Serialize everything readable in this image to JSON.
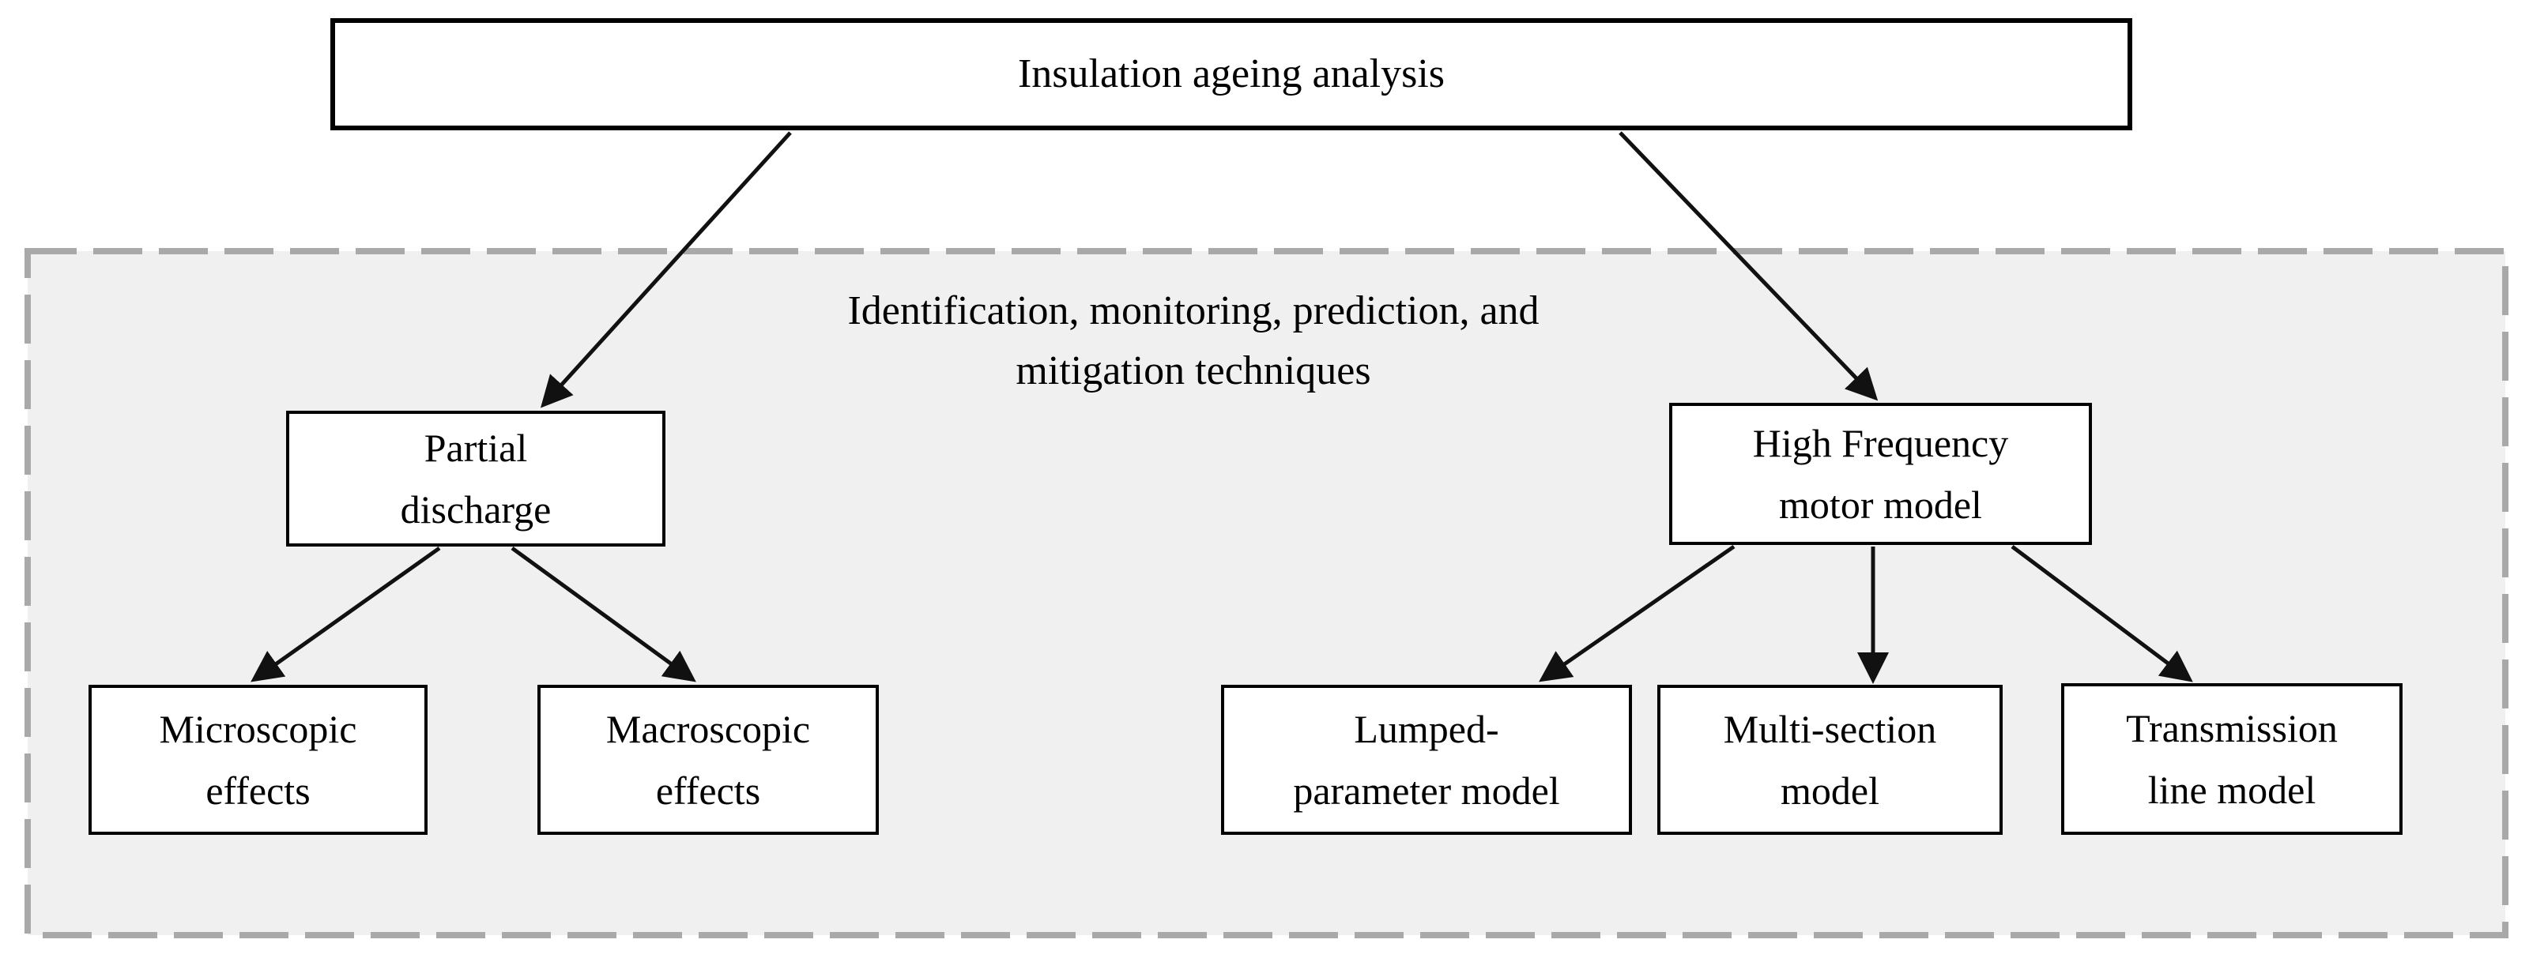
{
  "title": {
    "label": "Insulation ageing analysis"
  },
  "group": {
    "label": "Identification, monitoring, prediction, and\nmitigation techniques"
  },
  "nodes": {
    "partial_discharge": {
      "label": "Partial\ndischarge"
    },
    "hf_motor_model": {
      "label": "High Frequency\nmotor model"
    },
    "microscopic_effects": {
      "label": "Microscopic\neffects"
    },
    "macroscopic_effects": {
      "label": "Macroscopic\neffects"
    },
    "lumped_parameter_model": {
      "label": "Lumped-\nparameter model"
    },
    "multi_section_model": {
      "label": "Multi-section\nmodel"
    },
    "transmission_line_model": {
      "label": "Transmission\nline model"
    }
  },
  "edges": [
    {
      "from": "insulation-ageing-analysis",
      "to": "partial-discharge"
    },
    {
      "from": "insulation-ageing-analysis",
      "to": "high-frequency-motor-model"
    },
    {
      "from": "partial-discharge",
      "to": "microscopic-effects"
    },
    {
      "from": "partial-discharge",
      "to": "macroscopic-effects"
    },
    {
      "from": "high-frequency-motor-model",
      "to": "lumped-parameter-model"
    },
    {
      "from": "high-frequency-motor-model",
      "to": "multi-section-model"
    },
    {
      "from": "high-frequency-motor-model",
      "to": "transmission-line-model"
    }
  ],
  "colors": {
    "group_fill": "#f0f0f0",
    "group_border": "#a9a9a9",
    "box_fill": "#ffffff",
    "box_border": "#000000",
    "line_color": "#111111"
  }
}
